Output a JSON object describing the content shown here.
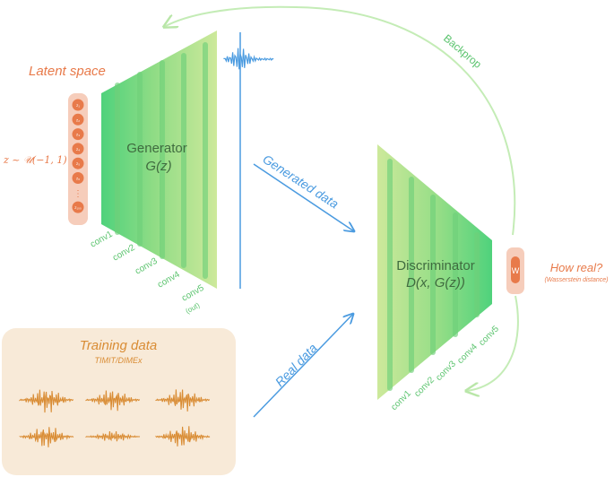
{
  "latent": {
    "title": "Latent space",
    "formula": "z ~ 𝒰(−1, 1)",
    "nodes": [
      "z₁",
      "z₂",
      "z₃",
      "z₄",
      "z₅",
      "z₆",
      "⋮",
      "z₁₀₀"
    ]
  },
  "generator": {
    "name": "Generator",
    "func": "G(z)",
    "layers": [
      "conv1",
      "conv2",
      "conv3",
      "conv4",
      "conv5"
    ],
    "out_note": "(out)"
  },
  "discriminator": {
    "name": "Discriminator",
    "func": "D(x, G(z))",
    "layers": [
      "conv1",
      "conv2",
      "conv3",
      "conv4",
      "conv5"
    ]
  },
  "output": {
    "node_label": "W",
    "title": "How real?",
    "subtitle": "(Wasserstein distance)"
  },
  "arrows": {
    "generated": "Generated data",
    "real": "Real data",
    "backprop": "Backprop"
  },
  "training": {
    "title": "Training data",
    "subtitle": "TIMIT/DIMEx"
  },
  "colors": {
    "orange": "#e87a4a",
    "orange_light": "#f6cdbb",
    "green": "#5cc46f",
    "green_light": "#c3e59a",
    "blue": "#4b9be0",
    "panel": "#f8ead8",
    "wave": "#d98c34"
  }
}
